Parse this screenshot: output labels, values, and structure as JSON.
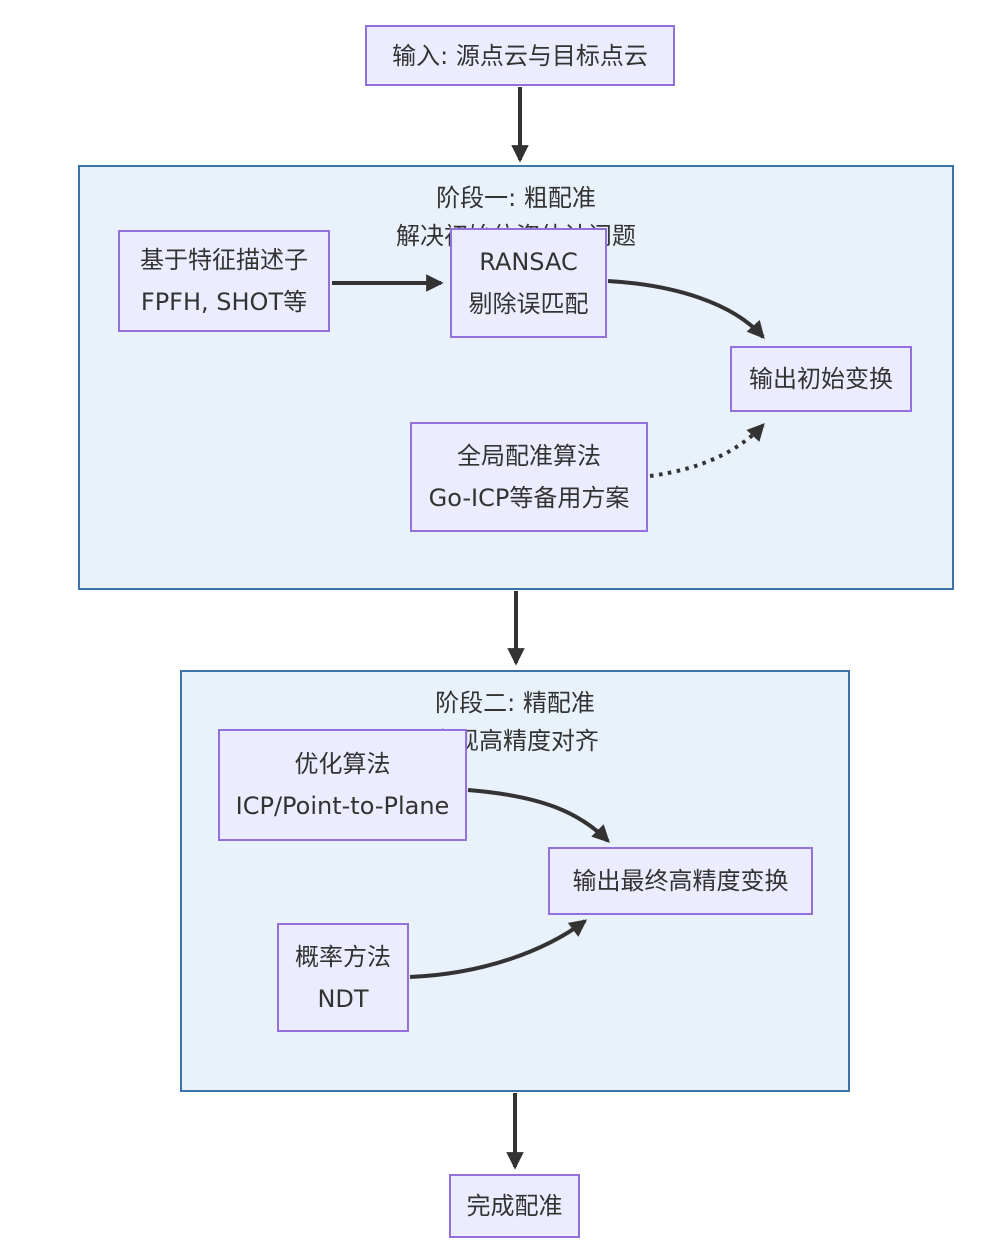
{
  "diagram": {
    "type": "flowchart-top-down",
    "nodes": {
      "input": {
        "label": "输入: 源点云与目标点云"
      },
      "feature": {
        "line1": "基于特征描述子",
        "line2": "FPFH, SHOT等"
      },
      "ransac": {
        "line1": "RANSAC",
        "line2": "剔除误匹配"
      },
      "init_out": {
        "label": "输出初始变换"
      },
      "global_reg": {
        "line1": "全局配准算法",
        "line2": "Go-ICP等备用方案"
      },
      "optimize": {
        "line1": "优化算法",
        "line2": "ICP/Point-to-Plane"
      },
      "final_out": {
        "label": "输出最终高精度变换"
      },
      "prob": {
        "line1": "概率方法",
        "line2": "NDT"
      },
      "done": {
        "label": "完成配准"
      }
    },
    "clusters": {
      "stage1": {
        "title": "阶段一: 粗配准",
        "subtitle": "解决初始位姿估计问题"
      },
      "stage2": {
        "title": "阶段二: 精配准",
        "subtitle": "实现高精度对齐"
      }
    },
    "edges": [
      {
        "from": "input",
        "to": "stage1",
        "style": "solid"
      },
      {
        "from": "feature",
        "to": "ransac",
        "style": "solid"
      },
      {
        "from": "ransac",
        "to": "init_out",
        "style": "solid"
      },
      {
        "from": "global_reg",
        "to": "init_out",
        "style": "dotted"
      },
      {
        "from": "stage1",
        "to": "stage2",
        "style": "solid"
      },
      {
        "from": "optimize",
        "to": "final_out",
        "style": "solid"
      },
      {
        "from": "prob",
        "to": "final_out",
        "style": "solid"
      },
      {
        "from": "stage2",
        "to": "done",
        "style": "solid"
      }
    ]
  },
  "colors": {
    "node_fill": "#ECECFF",
    "node_border": "#9370DB",
    "cluster_fill": "#E9F1FB",
    "cluster_border": "#3D74A8",
    "arrow_color": "#333333",
    "text_color": "#333333",
    "page_bg": "#FFFFFF"
  }
}
